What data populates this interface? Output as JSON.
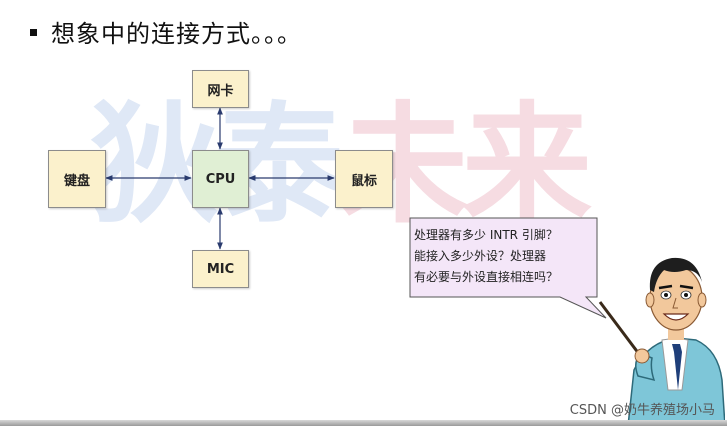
{
  "slide": {
    "title": "想象中的连接方式。。。",
    "watermark_part1": "狄泰",
    "watermark_part2": "未来"
  },
  "diagram": {
    "center": "CPU",
    "top": "网卡",
    "left": "键盘",
    "right": "鼠标",
    "bottom": "MIC"
  },
  "bubble": {
    "lines": [
      "处理器有多少 INTR 引脚？",
      "能接入多少外设？处理器",
      "有必要与外设直接相连吗？"
    ]
  },
  "footer": {
    "credit": "CSDN @奶牛养殖场小马"
  },
  "colors": {
    "box_yellow": "#fbf1cc",
    "box_green": "#e0efd4",
    "bubble_fill": "#f4e6f8",
    "arrow": "#2a3b6e"
  }
}
